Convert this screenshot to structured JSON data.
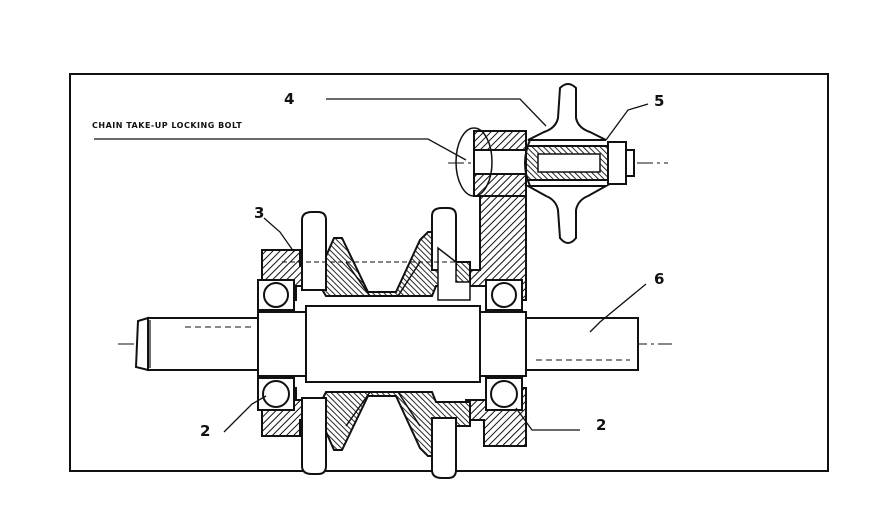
{
  "labels": {
    "callout_4": "4",
    "callout_5": "5",
    "callout_3": "3",
    "callout_6": "6",
    "callout_2_left": "2",
    "callout_2_right": "2",
    "chain_bolt": "CHAIN TAKE-UP LOCKING BOLT"
  }
}
